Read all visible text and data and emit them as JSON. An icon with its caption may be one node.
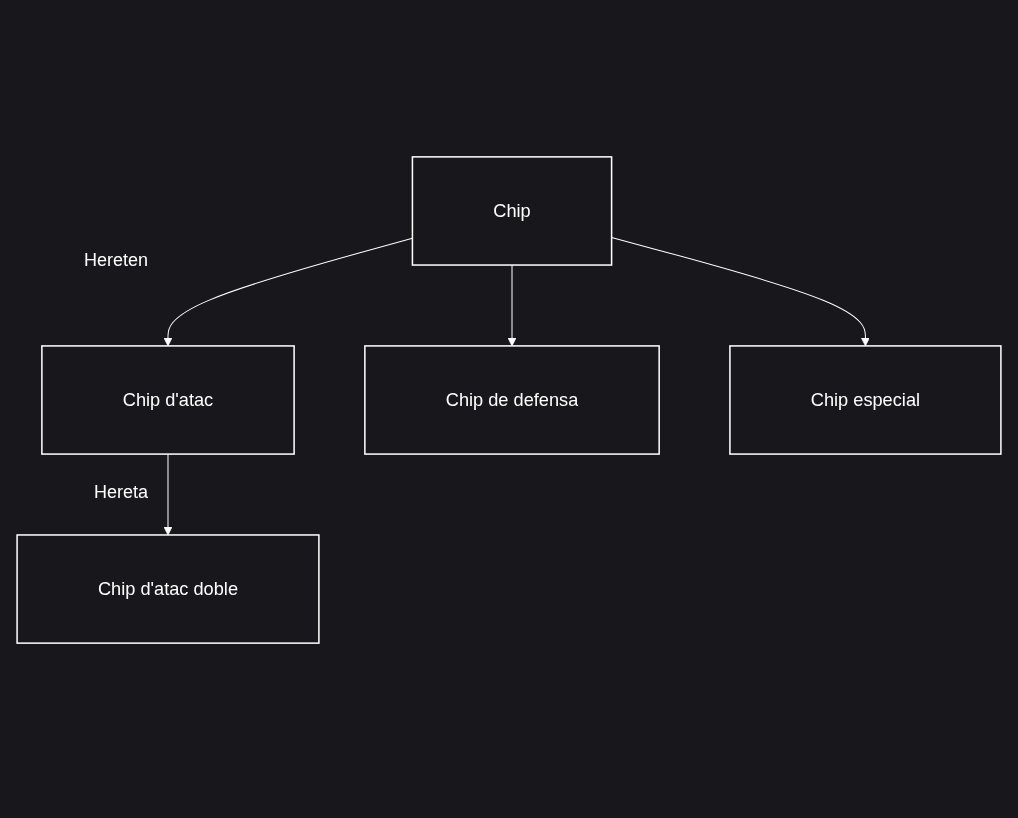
{
  "diagram": {
    "nodes": [
      {
        "text": [
          "Chip"
        ]
      },
      {
        "text": [
          "Chip d'atac"
        ]
      },
      {
        "text": [
          "Chip especial"
        ]
      },
      {
        "text": [
          "Chip de defensa"
        ]
      },
      {
        "text": [
          "Chip d'atac doble"
        ]
      }
    ],
    "edges": [
      {
        "from": 0,
        "to": 1,
        "arrow": "to"
      },
      {
        "from": 0,
        "to": 3,
        "arrow": "to"
      },
      {
        "from": 0,
        "to": 2,
        "arrow": "to"
      },
      {
        "from": 1,
        "to": 4,
        "arrow": "to"
      }
    ],
    "labels": [
      "Hereten",
      "Hereta"
    ]
  }
}
